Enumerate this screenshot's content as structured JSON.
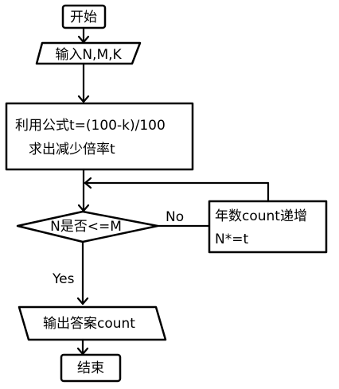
{
  "flowchart": {
    "start": "开始",
    "input": "输入N,M,K",
    "process_line1": "利用公式t=(100-k)/100",
    "process_line2": "求出减少倍率t",
    "decision": "N是否<=M",
    "loop_line1": "年数count递增",
    "loop_line2": "N*=t",
    "edge_no": "No",
    "edge_yes": "Yes",
    "output": "输出答案count",
    "end": "结束"
  }
}
